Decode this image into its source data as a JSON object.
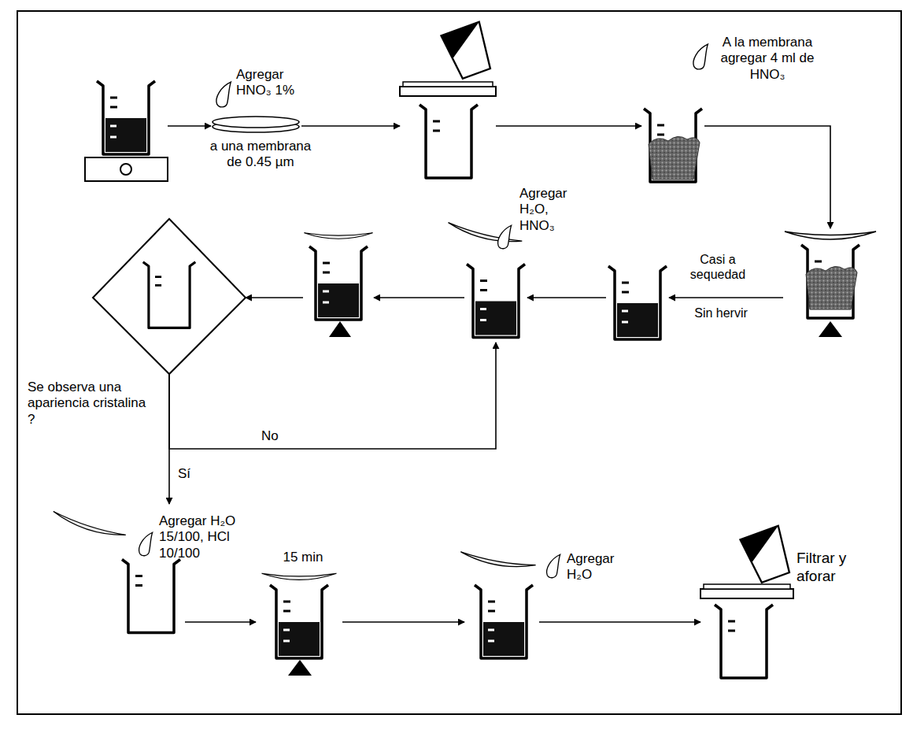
{
  "diagram": {
    "nodes": [
      {
        "text": []
      },
      {
        "text": [
          "Agregar HNO₃ 1%",
          "a una membrana de 0.45 µm"
        ]
      },
      {
        "text": []
      },
      {
        "text": [
          "A la membrana agregar 4 ml de HNO₃"
        ]
      },
      {
        "text": []
      },
      {
        "text": []
      },
      {
        "text": [
          "Agregar H₂O, HNO₃"
        ]
      },
      {
        "text": []
      },
      {
        "text": [
          "Se observa una apariencia cristalina ?"
        ]
      },
      {
        "text": [
          "Agregar H₂O 15/100, HCl 10/100"
        ]
      },
      {
        "text": [
          "15 min"
        ]
      },
      {
        "text": [
          "Agregar H₂O"
        ]
      },
      {
        "text": [
          "Filtrar y aforar"
        ]
      }
    ],
    "edges": [
      {
        "from": 0,
        "to": 1,
        "arrow": "to"
      },
      {
        "from": 1,
        "to": 2,
        "arrow": "to"
      },
      {
        "from": 2,
        "to": 3,
        "arrow": "to"
      },
      {
        "from": 3,
        "to": 4,
        "arrow": "to"
      },
      {
        "from": 4,
        "to": 5,
        "arrow": "to",
        "label": "Casi a sequedad"
      },
      {
        "from": 5,
        "to": 6,
        "arrow": "to"
      },
      {
        "from": 6,
        "to": 7,
        "arrow": "to"
      },
      {
        "from": 7,
        "to": 8,
        "arrow": "to"
      },
      {
        "from": 8,
        "to": 6,
        "arrow": "to",
        "label": "No"
      },
      {
        "from": 8,
        "to": 9,
        "arrow": "to",
        "label": "Sí"
      },
      {
        "from": 9,
        "to": 10,
        "arrow": "to"
      },
      {
        "from": 10,
        "to": 11,
        "arrow": "to"
      },
      {
        "from": 11,
        "to": 12,
        "arrow": "to"
      }
    ],
    "labels": [
      "Sin hervir"
    ]
  }
}
